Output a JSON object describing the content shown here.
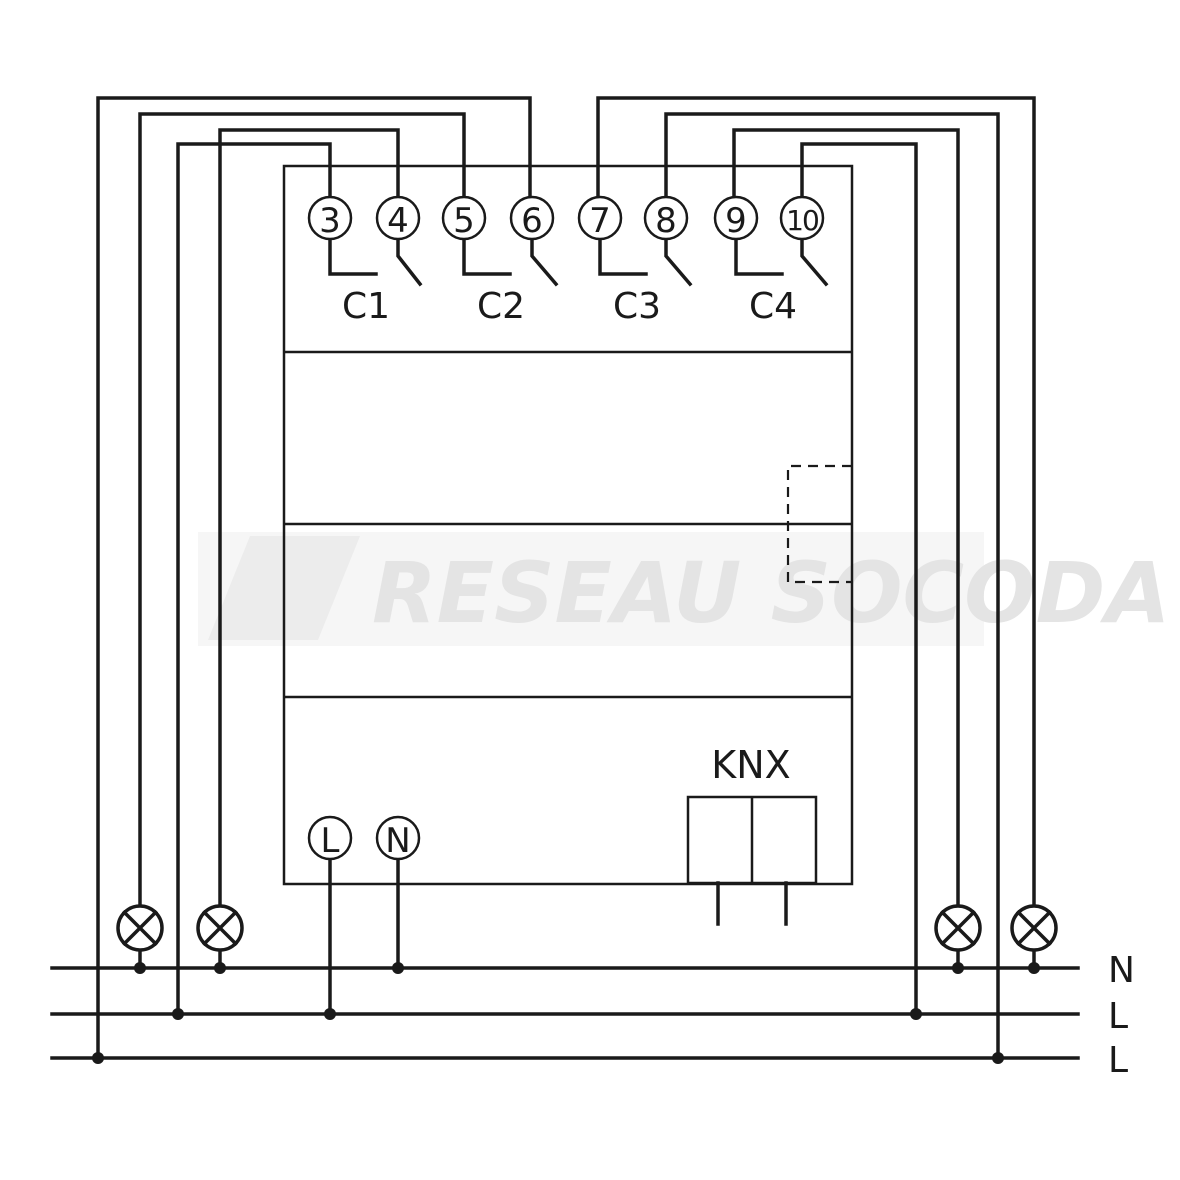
{
  "terminals": [
    "3",
    "4",
    "5",
    "6",
    "7",
    "8",
    "9",
    "10"
  ],
  "channels": [
    "C1",
    "C2",
    "C3",
    "C4"
  ],
  "supply_terminals": [
    "L",
    "N"
  ],
  "bus_label": "KNX",
  "rails": [
    "N",
    "L",
    "L"
  ],
  "watermark": "RESEAU SOCODA"
}
